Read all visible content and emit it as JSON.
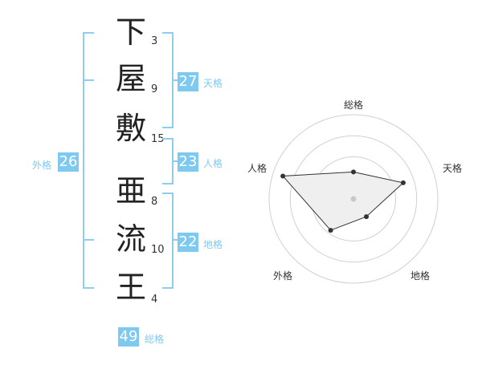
{
  "surname": {
    "chars": [
      "下",
      "屋",
      "敷"
    ],
    "strokes": [
      "3",
      "9",
      "15"
    ]
  },
  "given_name": {
    "chars": [
      "亜",
      "流",
      "王"
    ],
    "strokes": [
      "8",
      "10",
      "4"
    ]
  },
  "scores": {
    "tenkaku": {
      "value": "27",
      "label": "天格"
    },
    "jinkaku": {
      "value": "23",
      "label": "人格"
    },
    "chikaku": {
      "value": "22",
      "label": "地格"
    },
    "gaikaku": {
      "value": "26",
      "label": "外格"
    },
    "soukaku": {
      "value": "49",
      "label": "総格"
    }
  },
  "colors": {
    "accent": "#7ec9f0",
    "bracket": "#8ccdf0"
  },
  "chart_data": {
    "type": "radar",
    "axes": [
      "総格",
      "天格",
      "地格",
      "外格",
      "人格"
    ],
    "max": 5,
    "rings": 4,
    "values": [
      1.6,
      3.1,
      1.3,
      2.3,
      4.4
    ]
  }
}
